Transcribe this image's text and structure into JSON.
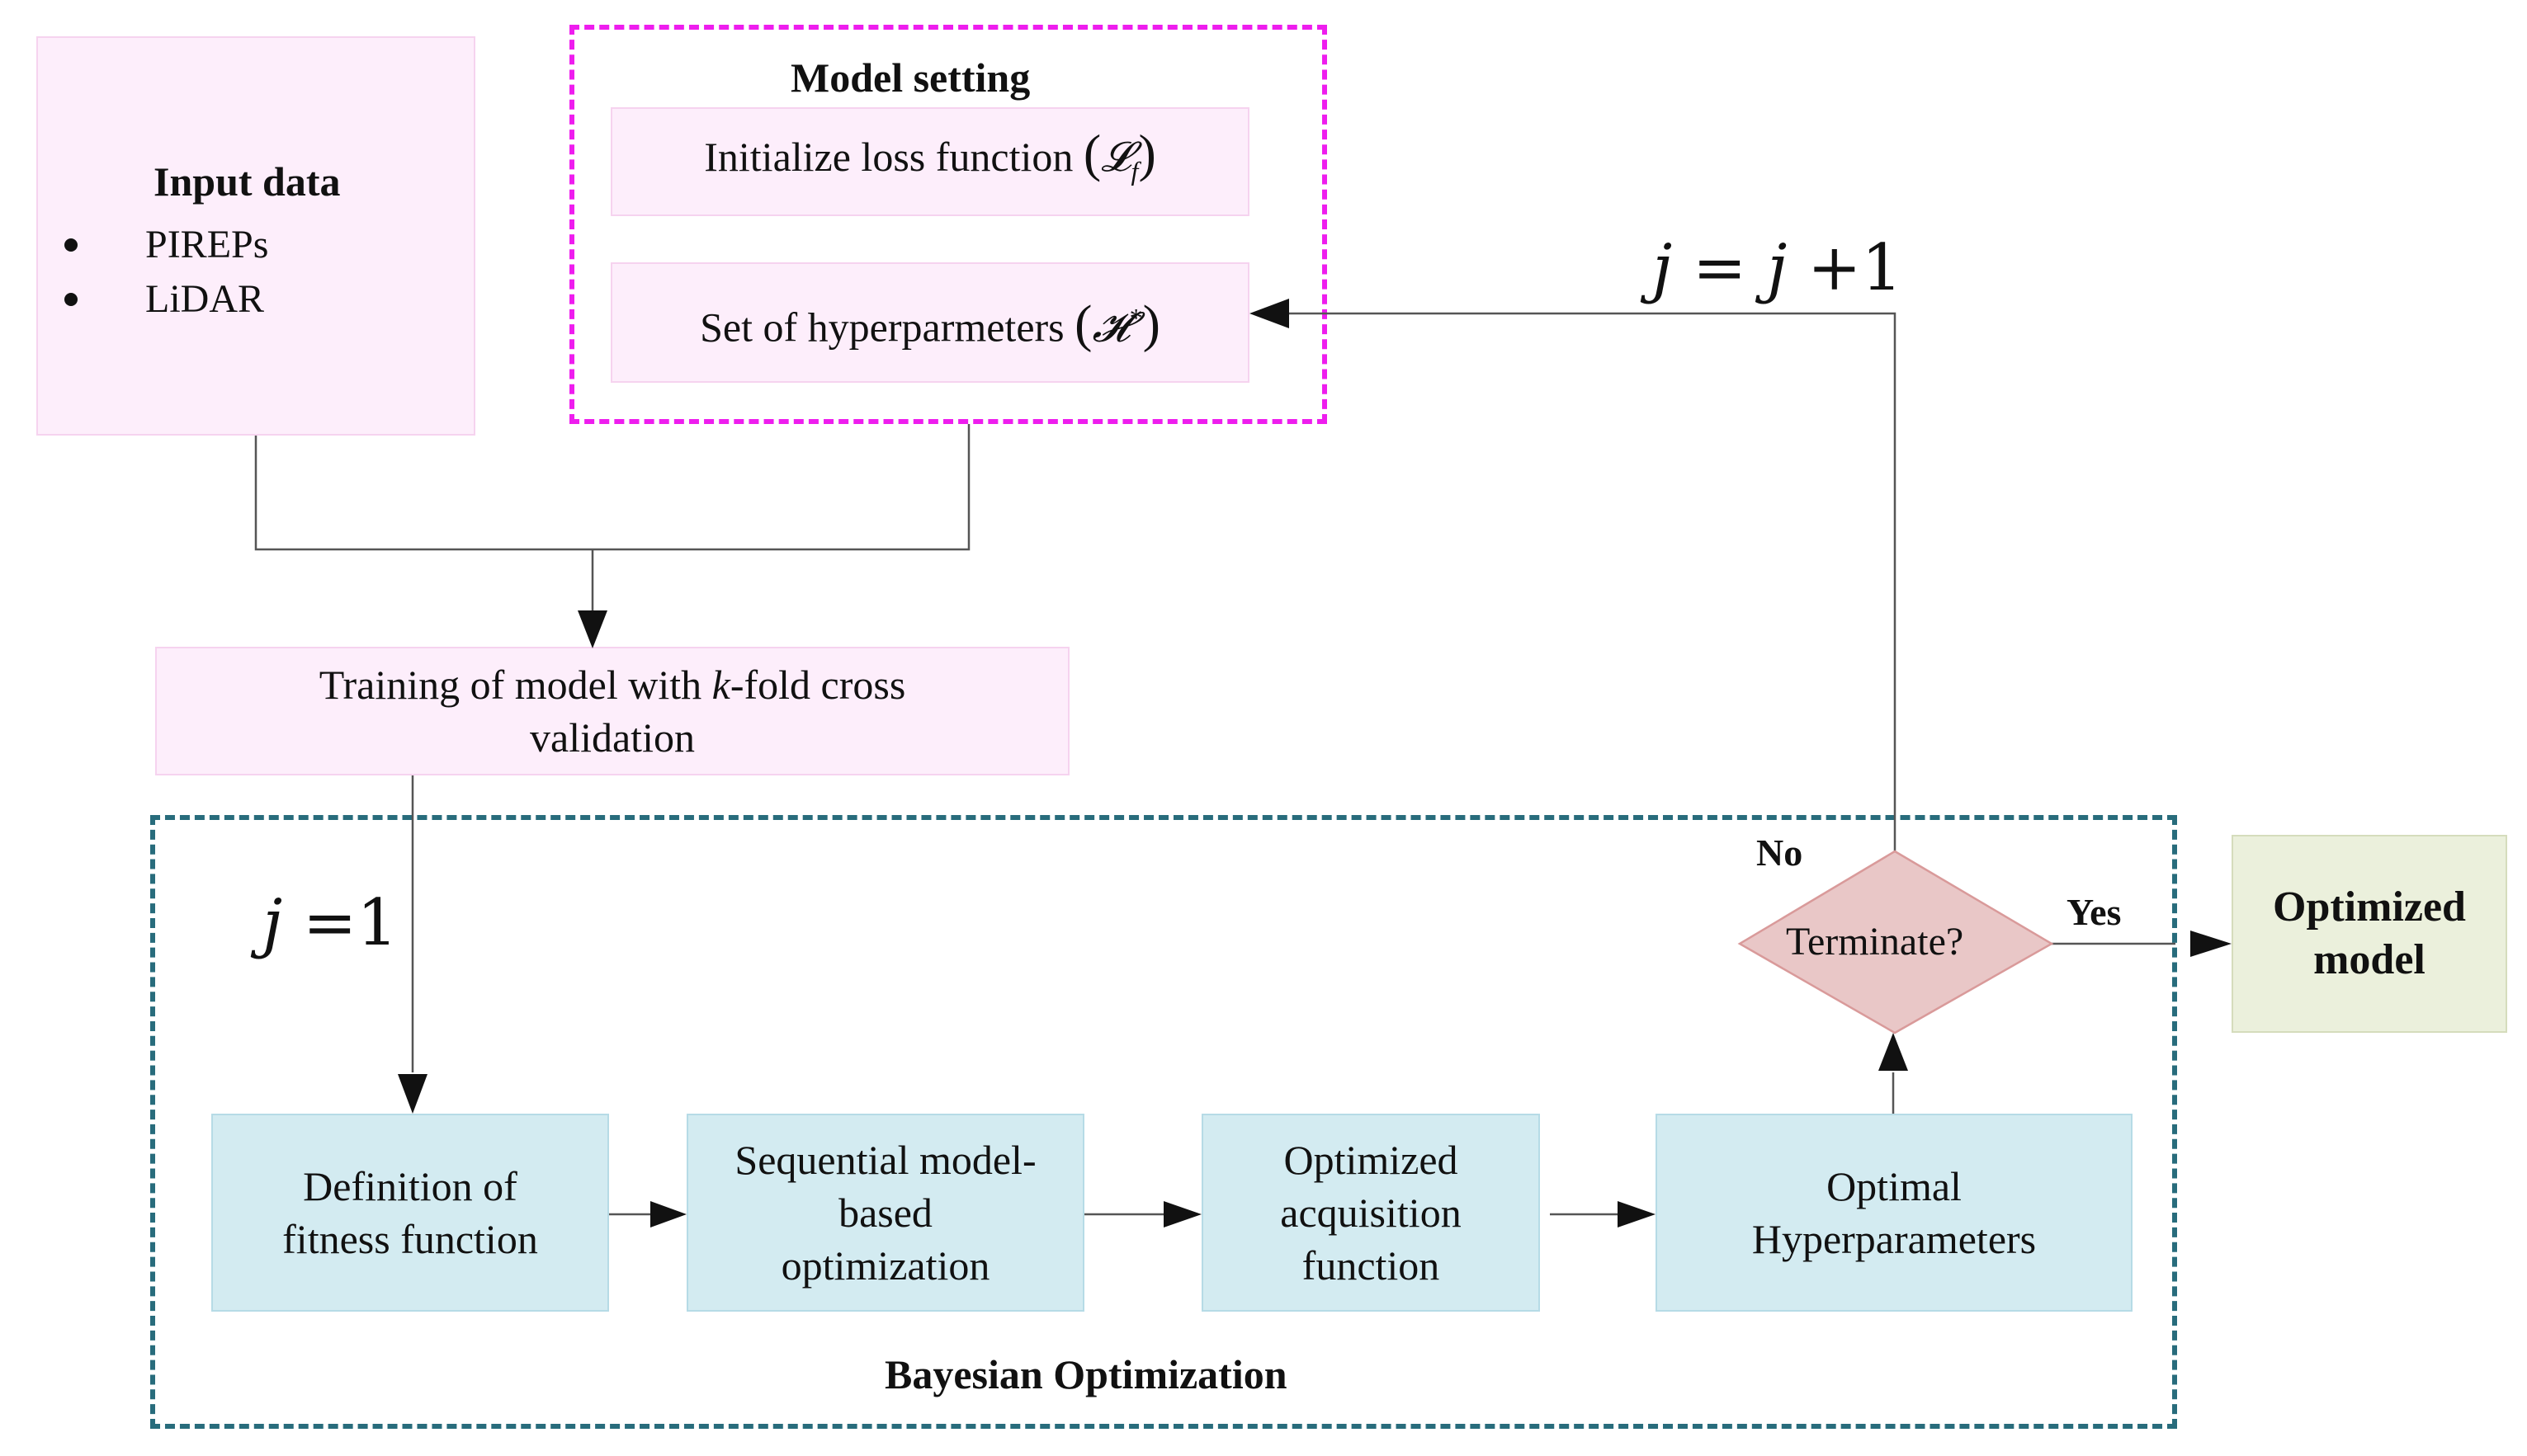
{
  "input_data": {
    "title": "Input data",
    "items": [
      "PIREPs",
      "LiDAR"
    ]
  },
  "model_setting": {
    "title": "Model setting",
    "loss_label": "Initialize loss function",
    "loss_symbol": "𝓛",
    "loss_sub": "f",
    "hyper_label": "Set of hyperparmeters",
    "hyper_symbol": "𝓗",
    "hyper_sup": "*"
  },
  "training": {
    "line1_pre": "Training of model with ",
    "line1_k": "k",
    "line1_post": "-fold cross",
    "line2": "validation"
  },
  "bayesian": {
    "title": "Bayesian  Optimization",
    "step1": [
      "Definition of",
      "fitness function"
    ],
    "step2": [
      "Sequential model-",
      "based",
      "optimization"
    ],
    "step3": [
      "Optimized",
      "acquisition",
      "function"
    ],
    "step4": [
      "Optimal",
      "Hyperparameters"
    ]
  },
  "decision": {
    "label": "Terminate?",
    "no": "No",
    "yes": "Yes"
  },
  "output": {
    "line1": "Optimized",
    "line2": "model"
  },
  "equations": {
    "init_var": "j",
    "init_eq": "=",
    "init_val": "1",
    "update_var": "j",
    "update_eq": "=",
    "update_var2": "j",
    "update_plus": "+",
    "update_val": "1"
  },
  "colors": {
    "pink_fill": "#fdeefb",
    "blue_fill": "#d3ebf1",
    "green_fill": "#ebf0dc",
    "diamond_fill": "#e9c7c7",
    "magenta_dash": "#ee1dee",
    "teal_dash": "#286c7c"
  }
}
